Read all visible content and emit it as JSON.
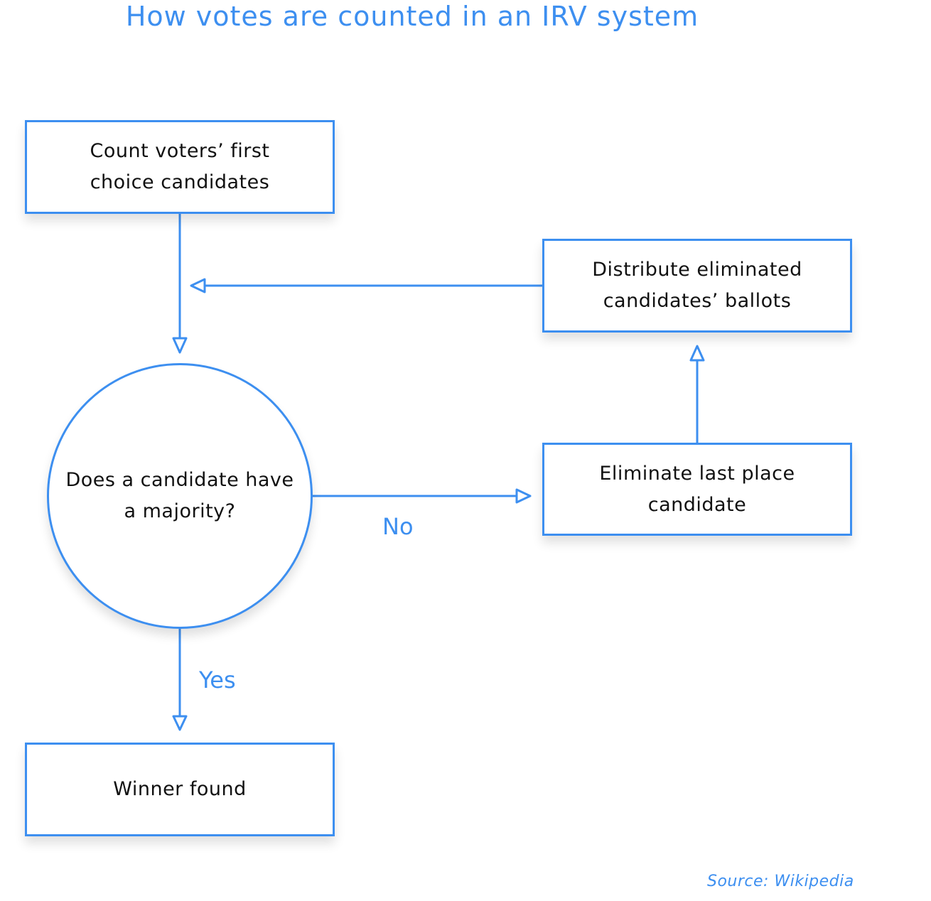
{
  "title": "How votes are counted in an IRV system",
  "nodes": {
    "count": "Count voters’ first choice candidates",
    "distribute": "Distribute eliminated candidates’ ballots",
    "majority": "Does a candidate have a majority?",
    "eliminate": "Eliminate last place candidate",
    "winner": "Winner found"
  },
  "edges": {
    "no_label": "No",
    "yes_label": "Yes"
  },
  "source": "Source: Wikipedia",
  "colors": {
    "accent": "#3d8ff0",
    "text": "#111111",
    "background": "#ffffff"
  }
}
